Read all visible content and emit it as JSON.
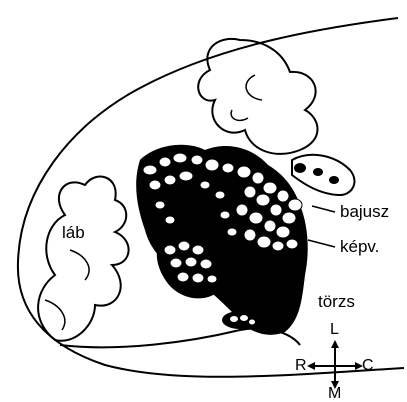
{
  "labels": {
    "lab": "láb",
    "bajusz": "bajusz",
    "kepv": "képv.",
    "torzs": "törzs"
  },
  "compass": {
    "lateral": "L",
    "rostral": "R",
    "caudal": "C",
    "medial": "M"
  },
  "colors": {
    "ink": "#000000",
    "paper": "#ffffff"
  }
}
